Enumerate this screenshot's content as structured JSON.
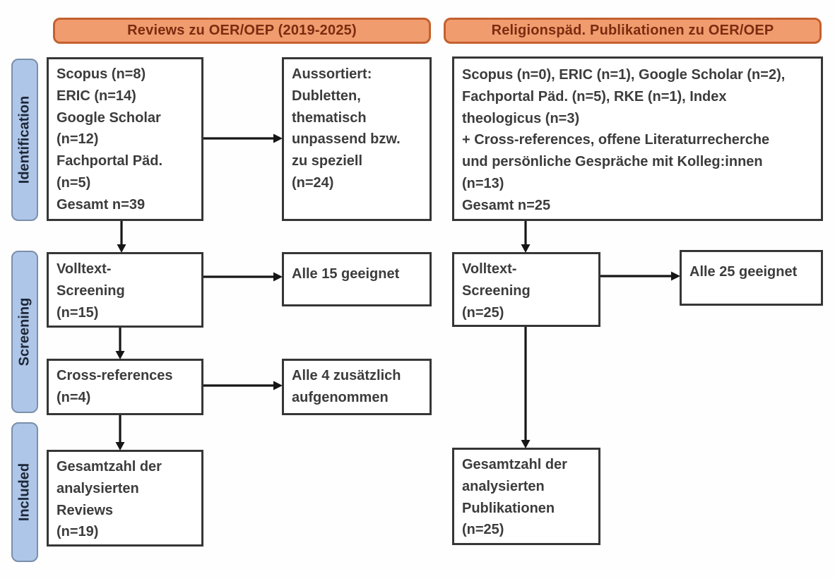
{
  "headers": {
    "left": "Reviews zu OER/OEP (2019-2025)",
    "right": "Religionspäd. Publikationen zu OER/OEP"
  },
  "stages": {
    "identification": "Identification",
    "screening": "Screening",
    "included": "Included"
  },
  "boxes": {
    "reviews_sources": "Scopus (n=8)\nERIC (n=14)\nGoogle Scholar\n(n=12)\nFachportal Päd.\n(n=5)\nGesamt n=39",
    "reviews_excluded": "Aussortiert:\nDubletten,\nthematisch\nunpassend bzw.\nzu speziell\n(n=24)",
    "relpaed_sources": "Scopus (n=0), ERIC (n=1), Google Scholar (n=2),\nFachportal Päd. (n=5), RKE (n=1), Index\ntheologicus (n=3)\n+ Cross-references, offene Literaturrecherche\nund persönliche Gespräche mit Kolleg:innen\n(n=13)\nGesamt n=25",
    "reviews_fulltext": "Volltext-\nScreening\n(n=15)",
    "reviews_eligible": "Alle 15 geeignet",
    "relpaed_fulltext": "Volltext-\nScreening\n(n=25)",
    "relpaed_eligible": "Alle 25 geeignet",
    "reviews_crossref": "Cross-references\n(n=4)",
    "reviews_crossref_added": "Alle 4 zusätzlich\naufgenommen",
    "reviews_total": "Gesamtzahl der\nanalysierten\nReviews\n(n=19)",
    "relpaed_total": "Gesamtzahl der\nanalysierten\nPublikationen\n(n=25)"
  },
  "colors": {
    "header_fill": "#F19C6E",
    "header_border": "#C4612F",
    "header_text": "#7B2B10",
    "stage_fill": "#AEC6E8",
    "stage_border": "#7A8FAC",
    "stage_text": "#1D2737",
    "box_border": "#363636",
    "box_text": "#3C3C3C",
    "arrow": "#161616",
    "bg": "#FEFEFE"
  }
}
